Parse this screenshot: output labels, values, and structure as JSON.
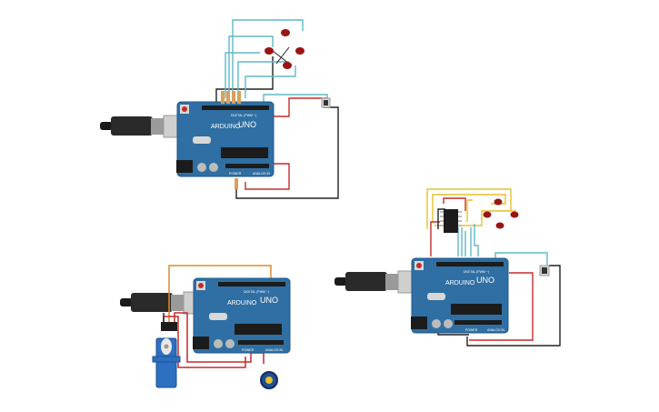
{
  "circuits": [
    {
      "id": "circuit-leds-button",
      "board": {
        "brand": "ARDUINO",
        "model": "UNO",
        "digital_label": "DIGITAL (PWM ~)",
        "power_label": "POWER",
        "analog_label": "ANALOG IN"
      },
      "components": [
        "usb-cable",
        "arduino-uno",
        "led",
        "led",
        "led",
        "led",
        "resistor",
        "resistor",
        "resistor",
        "resistor",
        "resistor",
        "pushbutton"
      ]
    },
    {
      "id": "circuit-servo-pot",
      "board": {
        "brand": "ARDUINO",
        "model": "UNO",
        "digital_label": "DIGITAL (PWM ~)",
        "power_label": "POWER",
        "analog_label": "ANALOG IN"
      },
      "components": [
        "usb-cable",
        "arduino-uno",
        "servo-motor",
        "potentiometer"
      ]
    },
    {
      "id": "circuit-shift-register",
      "board": {
        "brand": "ARDUINO",
        "model": "UNO",
        "digital_label": "DIGITAL (PWM ~)",
        "power_label": "POWER",
        "analog_label": "ANALOG IN"
      },
      "components": [
        "usb-cable",
        "arduino-uno",
        "ic-chip",
        "led",
        "led",
        "led",
        "led",
        "pushbutton"
      ]
    }
  ],
  "colors": {
    "board": "#2f6fa3",
    "board_edge": "#1f5888",
    "wire_cyan": "#5fb9c6",
    "wire_red": "#c62a2a",
    "wire_black": "#222222",
    "wire_yellow": "#e6c128",
    "wire_orange": "#e08a2a",
    "led_red": "#9a1414",
    "servo_blue": "#2d6fc0"
  }
}
